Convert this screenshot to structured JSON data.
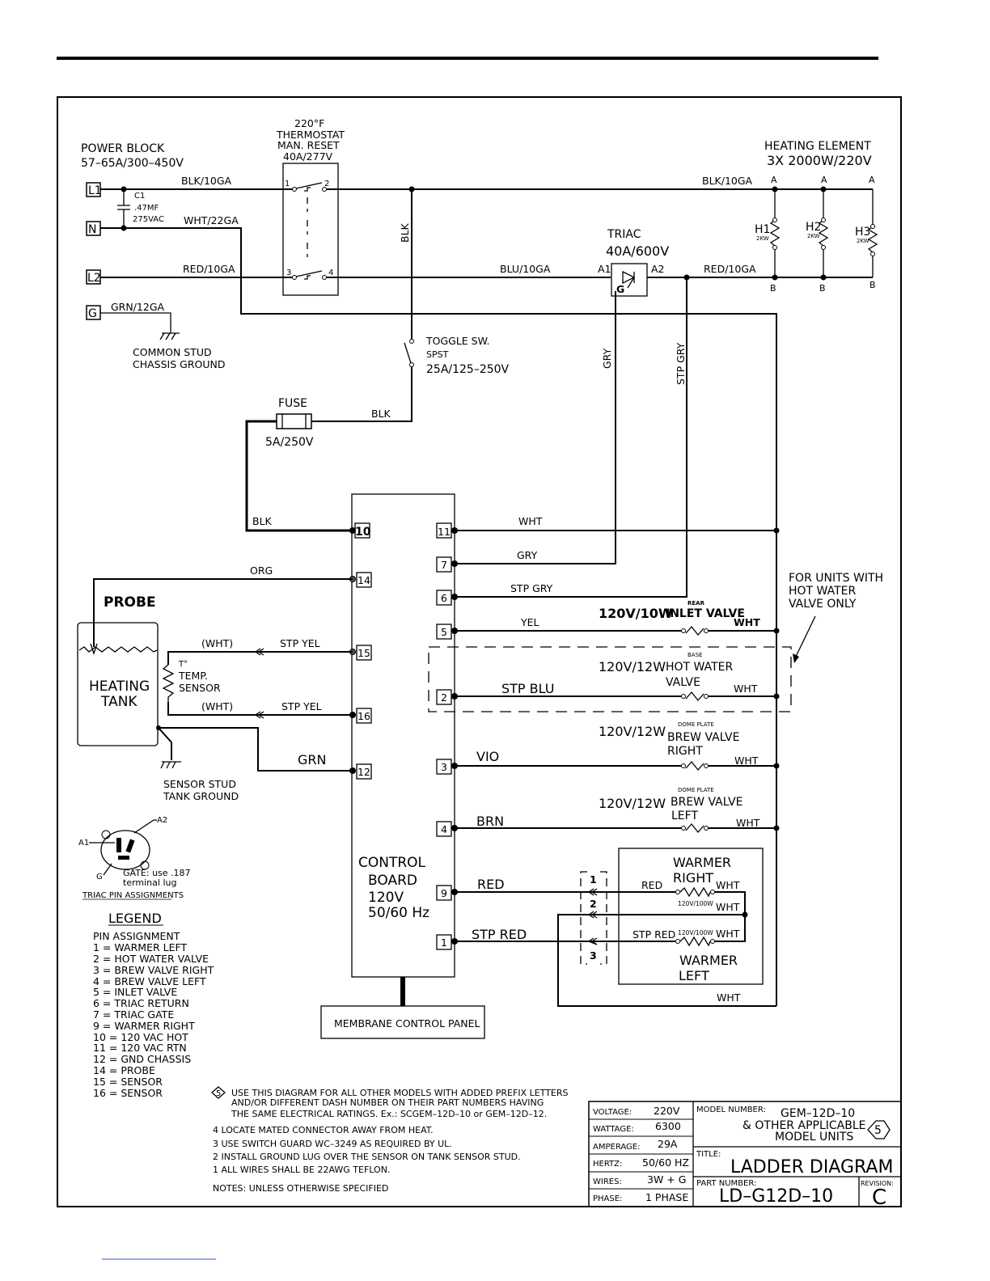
{
  "power_block": {
    "title": "POWER BLOCK",
    "rating": "57–65A/300–450V"
  },
  "terminals": {
    "l1": "L1",
    "n": "N",
    "l2": "L2",
    "g": "G"
  },
  "capacitor": {
    "name": "C1",
    "value": ".47MF",
    "voltage": "275VAC"
  },
  "wires": {
    "blk10": "BLK/10GA",
    "blk10_right": "BLK/10GA",
    "wht22": "WHT/22GA",
    "red10": "RED/10GA",
    "blu10": "BLU/10GA",
    "red10_right": "RED/10GA",
    "grn12": "GRN/12GA",
    "blk_vert": "BLK",
    "blk_fuse": "BLK",
    "blk_board": "BLK",
    "gry": "GRY",
    "stp_gry": "STP GRY",
    "org": "ORG",
    "wht_11": "WHT",
    "gry_7": "GRY",
    "stp_gry_6": "STP GRY",
    "yel_5": "YEL",
    "stp_blu_2": "STP  BLU",
    "vio_3": "VIO",
    "brn_4": "BRN",
    "red_9": "RED",
    "stp_red_1": "STP RED",
    "grn_12": "GRN",
    "stp_yel_15": "STP YEL",
    "stp_yel_16": "STP YEL",
    "wht_15": "(WHT)",
    "wht_16": "(WHT)"
  },
  "thermostat": {
    "line1": "220°F",
    "line2": "THERMOSTAT",
    "line3": "MAN.  RESET",
    "line4": "40A/277V",
    "p1": "1",
    "p2": "2",
    "p3": "3",
    "p4": "4"
  },
  "heating_element": {
    "title": "HEATING  ELEMENT",
    "rating": "3X  2000W/220V",
    "h1": "H1",
    "h2": "H2",
    "h3": "H3",
    "kw": "2KW",
    "a": "A",
    "b": "B"
  },
  "triac": {
    "title": "TRIAC",
    "rating": "40A/600V",
    "a1": "A1",
    "a2": "A2",
    "g": "G"
  },
  "ground": {
    "line1": "COMMON STUD",
    "line2": "CHASSIS GROUND"
  },
  "toggle": {
    "line1": "TOGGLE SW.",
    "line2": "SPST",
    "line3": "25A/125–250V"
  },
  "fuse": {
    "title": "FUSE",
    "rating": "5A/250V"
  },
  "control_board": {
    "line1": "CONTROL",
    "line2": "BOARD",
    "line3": "120V",
    "line4": "50/60 Hz"
  },
  "pins": {
    "p10": "10",
    "p14": "14",
    "p15": "15",
    "p16": "16",
    "p12": "12",
    "p11": "11",
    "p7": "7",
    "p6": "6",
    "p5": "5",
    "p2": "2",
    "p3": "3",
    "p4": "4",
    "p9": "9",
    "p1": "1"
  },
  "probe": {
    "label": "PROBE"
  },
  "tank": {
    "line1": "HEATING",
    "line2": "TANK"
  },
  "temp_sensor": {
    "line1": "T°",
    "line2": "TEMP.",
    "line3": "SENSOR"
  },
  "sensor_ground": {
    "line1": "SENSOR STUD",
    "line2": "TANK GROUND"
  },
  "inlet_valve": {
    "rating": "120V/10W",
    "loc": "REAR",
    "name": "INLET VALVE",
    "wht": "WHT"
  },
  "hot_water_valve": {
    "rating": "120V/12W",
    "loc": "BASE",
    "line1": "HOT WATER",
    "line2": "VALVE",
    "wht": "WHT"
  },
  "brew_right": {
    "rating": "120V/12W",
    "loc": "DOME PLATE",
    "line1": "BREW VALVE",
    "line2": "RIGHT",
    "wht": "WHT"
  },
  "brew_left": {
    "rating": "120V/12W",
    "loc": "DOME PLATE",
    "line1": "BREW VALVE",
    "line2": "LEFT",
    "wht": "WHT"
  },
  "hot_water_note": {
    "line1": "FOR  UNITS  WITH",
    "line2": "HOT  WATER",
    "line3": "VALVE  ONLY"
  },
  "warmer": {
    "right_line1": "WARMER",
    "right_line2": "RIGHT",
    "left_line1": "WARMER",
    "left_line2": "LEFT",
    "red": "RED",
    "stp_red": "STP RED",
    "wht1": "WHT",
    "wht2": "WHT",
    "wht3": "WHT",
    "wht_bottom": "WHT",
    "rating1": "120V/100W",
    "rating2": "120V/100W",
    "c1": "1",
    "c2": "2",
    "c3": "3"
  },
  "membrane": {
    "label": "MEMBRANE CONTROL PANEL"
  },
  "triac_pins": {
    "a1": "A1",
    "a2": "A2",
    "g": "G",
    "note1": "GATE:  use  .187",
    "note2": "terminal  lug",
    "title": "TRIAC  PIN  ASSIGNMENTS"
  },
  "legend": {
    "title": "LEGEND",
    "subtitle": "PIN  ASSIGNMENT",
    "items": [
      "1     =  WARMER  LEFT",
      "2     =  HOT  WATER  VALVE",
      "3     =  BREW  VALVE  RIGHT",
      "4     =  BREW  VALVE  LEFT",
      "5     =  INLET  VALVE",
      "6     =  TRIAC  RETURN",
      "7     =  TRIAC  GATE",
      "9     =  WARMER  RIGHT",
      "10  =  120  VAC  HOT",
      "11  =  120  VAC  RTN",
      "12  =  GND  CHASSIS",
      "14  =  PROBE",
      "15  =  SENSOR",
      "16  =  SENSOR"
    ]
  },
  "notes": {
    "n5_num": "5",
    "n5_line1": "USE  THIS  DIAGRAM  FOR  ALL  OTHER  MODELS  WITH  ADDED  PREFIX  LETTERS",
    "n5_line2": "AND/OR  DIFFERENT  DASH  NUMBER  ON  THEIR  PART  NUMBERS  HAVING",
    "n5_line3": "THE  SAME  ELECTRICAL  RATINGS.  Ex.:   SCGEM–12D–10  or  GEM–12D–12.",
    "n4": "4    LOCATE  MATED  CONNECTOR  AWAY  FROM  HEAT.",
    "n3": "3    USE  SWITCH  GUARD  WC–3249  AS  REQUIRED  BY  UL.",
    "n2": "2    INSTALL  GROUND  LUG  OVER  THE  SENSOR  ON  TANK  SENSOR  STUD.",
    "n1": "1    ALL  WIRES  SHALL  BE  22AWG  TEFLON.",
    "header": "NOTES:  UNLESS  OTHERWISE  SPECIFIED"
  },
  "title_block": {
    "voltage_label": "VOLTAGE:",
    "voltage": "220V",
    "wattage_label": "WATTAGE:",
    "wattage": "6300",
    "amperage_label": "AMPERAGE:",
    "amperage": "29A",
    "hertz_label": "HERTZ:",
    "hertz": "50/60  HZ",
    "wires_label": "WIRES:",
    "wires": "3W  +  G",
    "phase_label": "PHASE:",
    "phase": "1  PHASE",
    "model_label": "MODEL NUMBER:",
    "model": "GEM–12D–10",
    "model_line2": "&  OTHER  APPLICABLE",
    "model_line3": "MODEL  UNITS",
    "model_note": "5",
    "title_label": "TITLE:",
    "title": "LADDER  DIAGRAM",
    "part_label": "PART NUMBER:",
    "part": "LD–G12D–10",
    "rev_label": "REVISION:",
    "rev": "C"
  }
}
